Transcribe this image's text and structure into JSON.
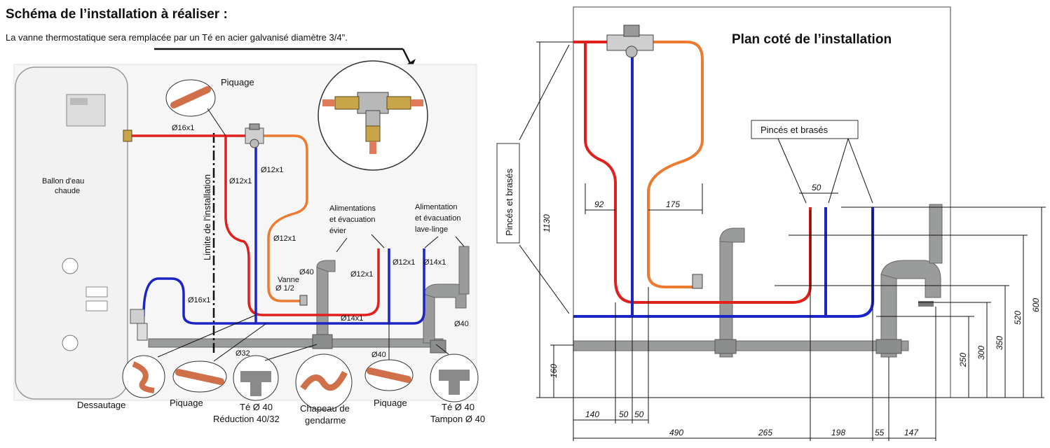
{
  "left": {
    "title": "Schéma de l’installation à réaliser :",
    "subtitle": "La vanne thermostatique sera remplacée par un Té en acier galvanisé diamètre 3/4\".",
    "labels": {
      "ballon": [
        "Ballon d'eau",
        "chaude"
      ],
      "piquage_top": "Piquage",
      "limite": "Limite de l'installation",
      "pipe_16x1_top": "Ø16x1",
      "pipe_12x1_a": "Ø12x1",
      "pipe_12x1_b": "Ø12x1",
      "pipe_12x1_c": "Ø12x1",
      "pipe_12x1_d": "Ø12x1",
      "pipe_12x1_e": "Ø12x1",
      "pipe_14x1_a": "Ø14x1",
      "pipe_14x1_b": "Ø14x1",
      "pipe_16x1_left": "Ø16x1",
      "d40_a": "Ø40",
      "d40_b": "Ø40",
      "d40_c": "Ø40",
      "d32": "Ø32",
      "vanne": [
        "Vanne",
        "Ø 1/2"
      ],
      "alim_evier": [
        "Alimentations",
        "et évacuation",
        "évier"
      ],
      "alim_lave": [
        "Alimentation",
        "et évacuation",
        "lave-linge"
      ],
      "dessautage": "Dessautage",
      "piquage_1": "Piquage",
      "te40_red": [
        "Té Ø 40",
        "Réduction 40/32"
      ],
      "chapeau": [
        "Chapeau de",
        "gendarme"
      ],
      "piquage_2": "Piquage",
      "te40_tampon": [
        "Té Ø 40",
        "Tampon Ø 40"
      ]
    }
  },
  "right": {
    "title": "Plan coté de l’installation",
    "pinces_vertical": "Pincés et brasés",
    "pinces_top": "Pincés et brasés",
    "dims": {
      "d1130": "1130",
      "d160": "160",
      "d92": "92",
      "d175": "175",
      "d50_top": "50",
      "d140": "140",
      "d50_a": "50",
      "d50_b": "50",
      "d490": "490",
      "d265": "265",
      "d198": "198",
      "d55": "55",
      "d147": "147",
      "d250": "250",
      "d300": "300",
      "d350": "350",
      "d520": "520",
      "d600": "600"
    }
  },
  "colors": {
    "hot": "#e0201c",
    "cold": "#1c24c8",
    "mixed": "#ec7a30",
    "drain": "#8e9090"
  }
}
